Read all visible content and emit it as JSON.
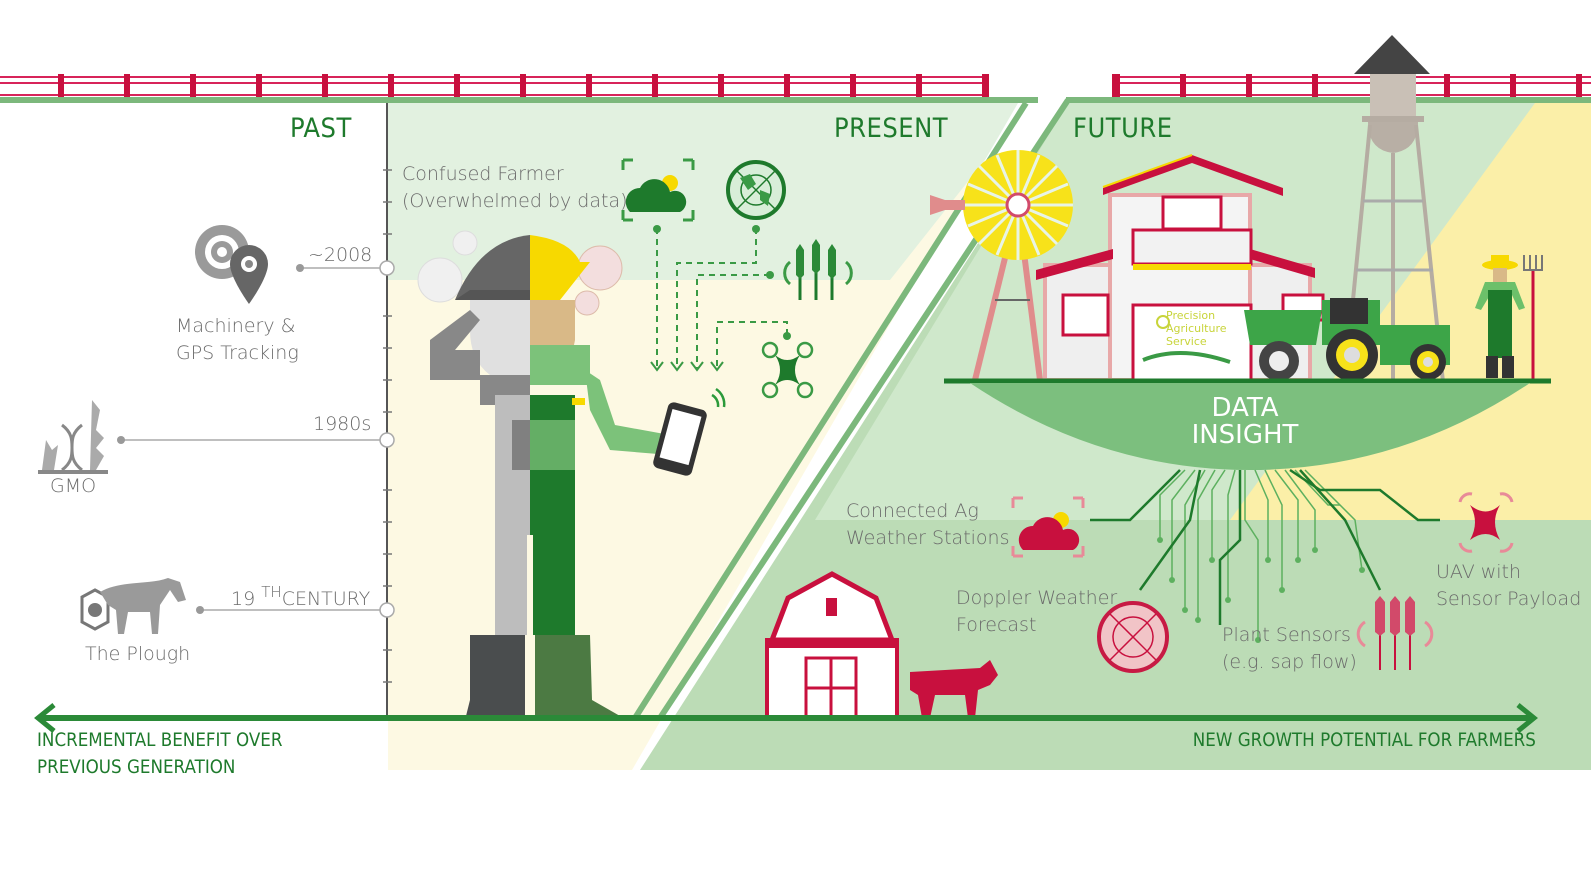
{
  "eras": {
    "past": "PAST",
    "present": "PRESENT",
    "future": "FUTURE"
  },
  "timeline": [
    {
      "date": "~2008",
      "label_line1": "Machinery &",
      "label_line2": "GPS Tracking",
      "icon": "gear-gps-pin-icon"
    },
    {
      "date": "1980s",
      "label_line1": "GMO",
      "label_line2": "",
      "icon": "dna-crop-icon"
    },
    {
      "date_main": "19",
      "date_sup": "TH",
      "date_rest": "CENTURY",
      "label_line1": "The Plough",
      "label_line2": "",
      "icon": "horse-plough-icon"
    }
  ],
  "present": {
    "farmer_caption_line1": "Confused Farmer",
    "farmer_caption_line2": "(Overwhelmed by data)",
    "data_icons": [
      "weather-station-icon",
      "doppler-globe-icon",
      "plant-sensor-icon",
      "drone-icon"
    ]
  },
  "future": {
    "barn_sign_line1": "Precision",
    "barn_sign_line2": "Agriculture",
    "barn_sign_line3": "Service",
    "insight_line1": "DATA",
    "insight_line2": "INSIGHT",
    "sources": [
      {
        "line1": "Connected Ag",
        "line2": "Weather Stations",
        "icon": "weather-station-icon"
      },
      {
        "line1": "Doppler Weather",
        "line2": "Forecast",
        "icon": "doppler-globe-icon"
      },
      {
        "line1": "Plant Sensors",
        "line2": "(e.g. sap flow)",
        "icon": "plant-sensor-icon"
      },
      {
        "line1": "UAV with",
        "line2": "Sensor Payload",
        "icon": "drone-icon"
      }
    ]
  },
  "footer": {
    "left_line1": "INCREMENTAL BENEFIT OVER",
    "left_line2": "PREVIOUS GENERATION",
    "right": "NEW GROWTH POTENTIAL FOR FARMERS"
  },
  "colors": {
    "brand_green": "#1e7a2c",
    "light_green": "#c9e6c7",
    "mid_green": "#7cbf7e",
    "fence_red": "#c8103e",
    "cream": "#fdf9e3",
    "yellow": "#fff0a6",
    "gray_text": "#6b6b6b"
  }
}
